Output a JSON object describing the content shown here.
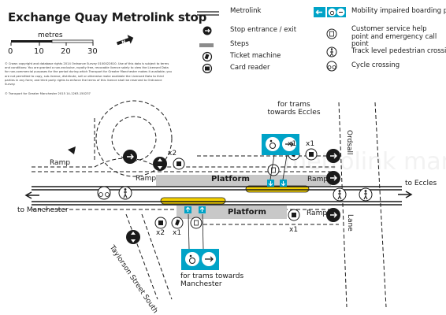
{
  "title": "Exchange Quay Metrolink stop",
  "scale": {
    "unit_label": "metres",
    "ticks": [
      "0",
      "10",
      "20",
      "30"
    ]
  },
  "copyright": "© Crown copyright and database rights 2014 Ordnance Survey 0100022610. Use of this data is subject to terms and conditions: You are granted a non-exclusive, royalty free, revocable licence solely to view the Licensed Data for non-commercial purposes for the period during which Transport for Greater Manchester makes it available; you are not permitted to copy, sub-license, distribute, sell or otherwise make available the Licensed Data to third parties in any form; and third party rights to enforce the terms of this licence shall be reserved to Ordnance Survey.",
  "credit": "© Transport for Greater Manchester 2015 14-1263-150237",
  "legend": {
    "left": [
      {
        "icon": "metrolink-line-icon",
        "label": "Metrolink"
      },
      {
        "icon": "stop-entrance-icon",
        "label": "Stop entrance / exit"
      },
      {
        "icon": "steps-icon",
        "label": "Steps"
      },
      {
        "icon": "ticket-machine-icon",
        "label": "Ticket machine"
      },
      {
        "icon": "card-reader-icon",
        "label": "Card reader"
      }
    ],
    "right": [
      {
        "icon": "mobility-boarding-icon",
        "label": "Mobility impaired boarding point"
      },
      {
        "icon": "help-point-icon",
        "label": "Customer service help point and emergency call point"
      },
      {
        "icon": "pedestrian-crossing-icon",
        "label": "Track level pedestrian crossing"
      },
      {
        "icon": "cycle-crossing-icon",
        "label": "Cycle crossing"
      }
    ]
  },
  "map": {
    "trams_eccles": "for trams towards Eccles",
    "trams_manchester": "for trams towards Manchester",
    "to_eccles": "to Eccles",
    "to_manchester": "to Manchester",
    "platform": "Platform",
    "ramp": "Ramp",
    "x1": "x1",
    "x2": "x2",
    "streets": {
      "ordsall": "Ordsall",
      "lane": "Lane",
      "taylorson": "Taylorson Street South"
    },
    "watermark": "metrolink manchester"
  },
  "colors": {
    "teal": "#00a3c7",
    "platform_grey": "#c8c8c8",
    "tactile_yellow": "#f5d100",
    "rail": "#1a1a1a"
  }
}
